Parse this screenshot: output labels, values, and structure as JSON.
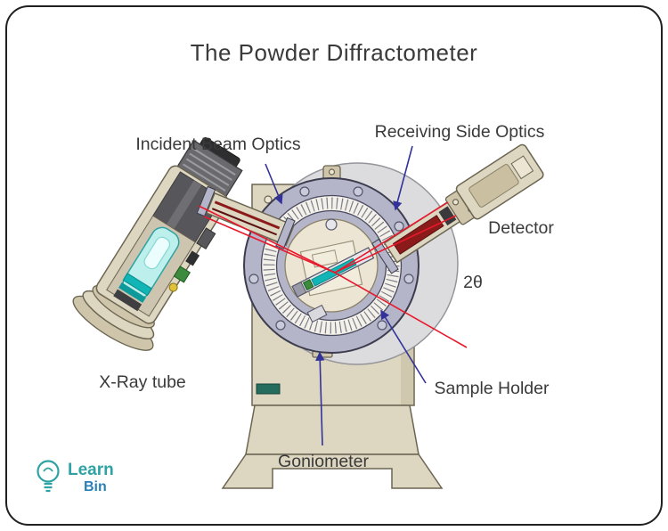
{
  "title": "The Powder Diffractometer",
  "labels": {
    "incident_beam_optics": "Incident Beam Optics",
    "receiving_side_optics": "Receiving Side Optics",
    "detector": "Detector",
    "two_theta": "2θ",
    "xray_tube": "X-Ray tube",
    "sample_holder": "Sample Holder",
    "goniometer": "Goniometer"
  },
  "logo": {
    "word1": "Learn",
    "word2": "Bin"
  },
  "colors": {
    "beam_red": "#e8192c",
    "arrow_navy": "#32329a",
    "body_beige": "#ddd6c0",
    "ring_lavender": "#b4b5c9",
    "sample_teal": "#12b5b5",
    "logo_teal": "#2fa3a3",
    "logo_blue": "#2a7fb8",
    "text": "#3a3a3a"
  }
}
